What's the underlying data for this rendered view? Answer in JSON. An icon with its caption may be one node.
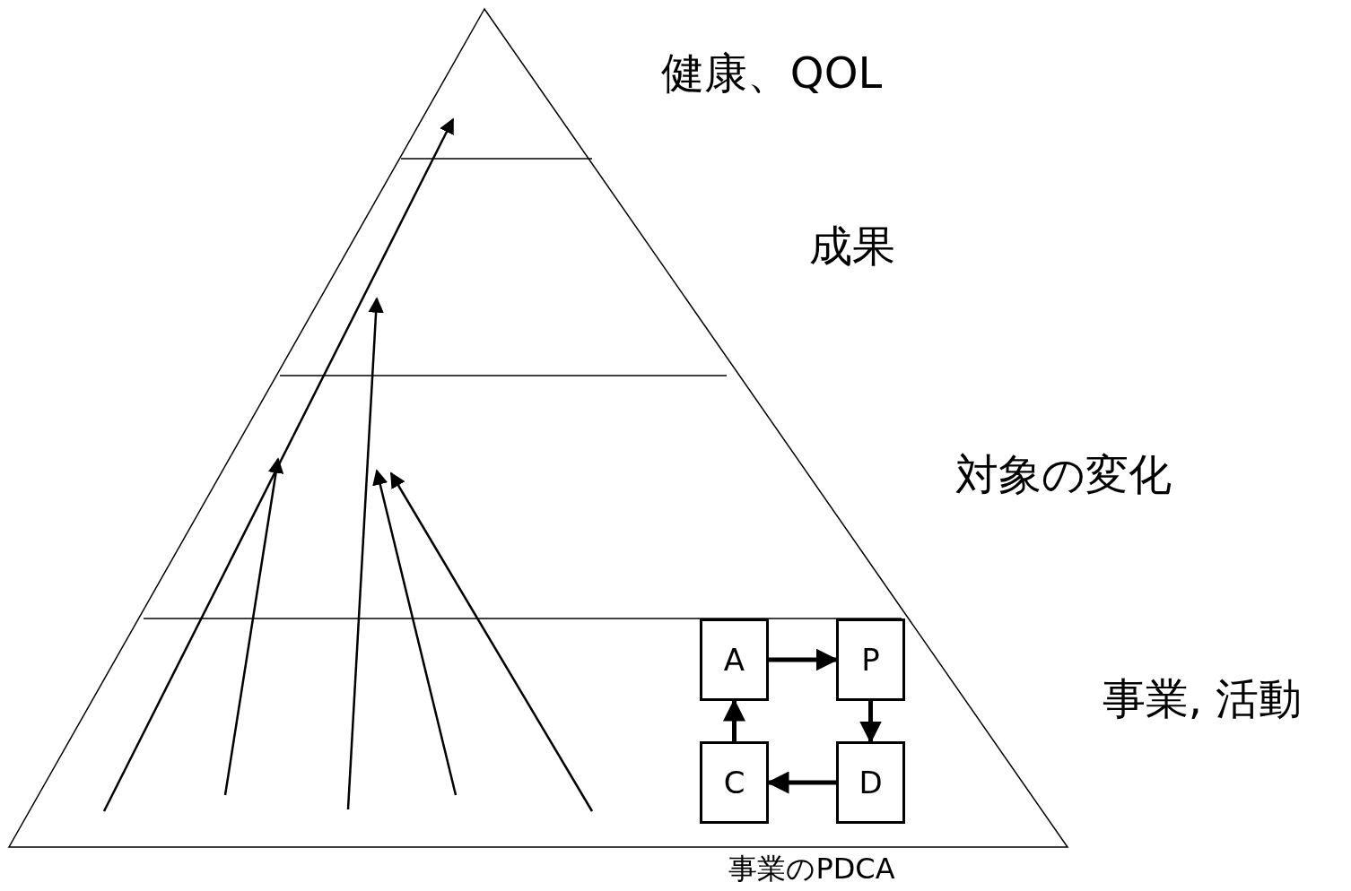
{
  "diagram": {
    "nodes": [
      {
        "text": [
          "A"
        ]
      },
      {
        "text": [
          "P"
        ]
      },
      {
        "text": [
          "C"
        ]
      },
      {
        "text": [
          "D"
        ]
      }
    ],
    "edges": [
      {
        "from": 0,
        "to": 1,
        "arrow": "to"
      },
      {
        "from": 1,
        "to": 3,
        "arrow": "to"
      },
      {
        "from": 3,
        "to": 2,
        "arrow": "to"
      },
      {
        "from": 2,
        "to": 0,
        "arrow": "to"
      }
    ],
    "labels": [
      "健康、QOL",
      "成果",
      "対象の変化",
      "事業, 活動",
      "事業のPDCA"
    ]
  }
}
